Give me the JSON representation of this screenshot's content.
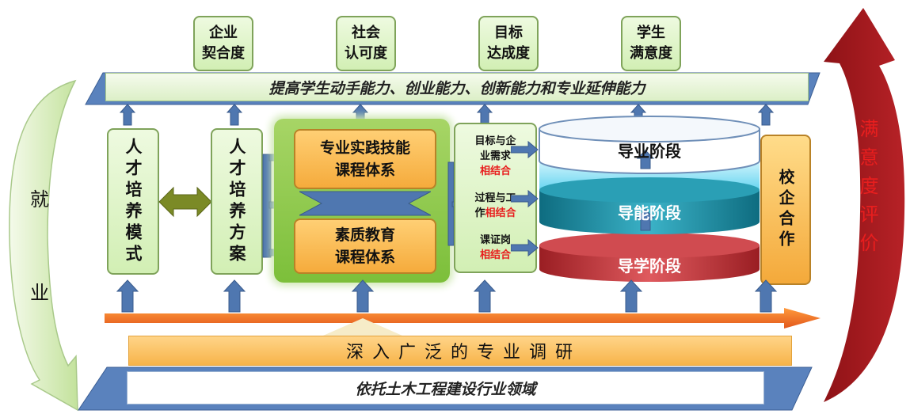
{
  "top_boxes": [
    {
      "line1": "企业",
      "line2": "契合度"
    },
    {
      "line1": "社会",
      "line2": "认可度"
    },
    {
      "line1": "目标",
      "line2": "达成度"
    },
    {
      "line1": "学生",
      "line2": "满意度"
    }
  ],
  "top_bar": "提高学生动手能力、创业能力、创新能力和专业延伸能力",
  "left_arrow": {
    "char1": "就",
    "char2": "业"
  },
  "right_arrow": {
    "text": "满意度评价"
  },
  "talent_mode": "人才培养模式",
  "talent_plan": "人才培养方案",
  "course_systems": {
    "practice": "专业实践技能\n课程体系",
    "quality": "素质教育\n课程体系"
  },
  "combine": {
    "goal_pre": "目标与企\n业需求",
    "goal_red": "相结合",
    "process_pre1": "过程与工",
    "process_pre2": "作",
    "process_red": "相结合",
    "cert_pre": "课证岗",
    "cert_red": "相结合"
  },
  "stages": {
    "top": "导业阶段",
    "middle": "导能阶段",
    "bottom": "导学阶段"
  },
  "cooperation": "校企合作",
  "research_bar": "深 入 广 泛 的 专 业 调 研",
  "base_bar": "依托土木工程建设行业领域",
  "colors": {
    "green_fill": "#d9f1bd",
    "orange_fill": "#f7b246",
    "blue": "#4f77b0",
    "red_arrow": "#a6191e",
    "red_text": "#e81e1e",
    "cyan_stage": "#1b8fa3",
    "red_stage": "#c1393e"
  }
}
